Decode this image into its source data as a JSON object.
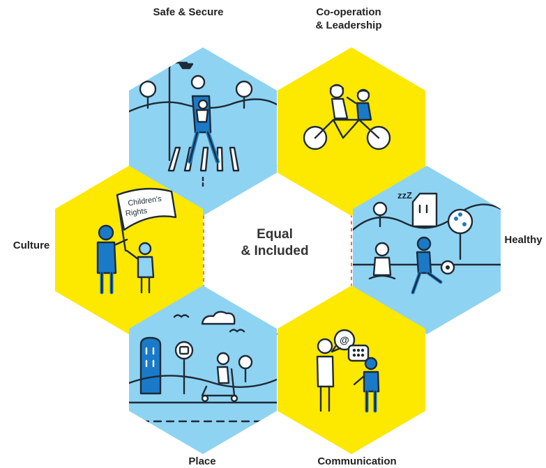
{
  "labels": {
    "safe": "Safe & Secure",
    "coop_line1": "Co-operation",
    "coop_line2": "& Leadership",
    "culture": "Culture",
    "healthy": "Healthy",
    "place": "Place",
    "communication": "Communication"
  },
  "center": {
    "line1": "Equal",
    "line2": "& Included"
  },
  "flag_text": {
    "line1": "Children's",
    "line2": "Rights"
  },
  "speech": {
    "symbol": "@",
    "sleep": "zzZ"
  },
  "colors": {
    "blue_hex": "#8fd3f2",
    "yellow_hex": "#fde800",
    "dark_blue": "#1a7ac8",
    "outline": "#1e2a36",
    "dashed": "#f26b4a"
  }
}
